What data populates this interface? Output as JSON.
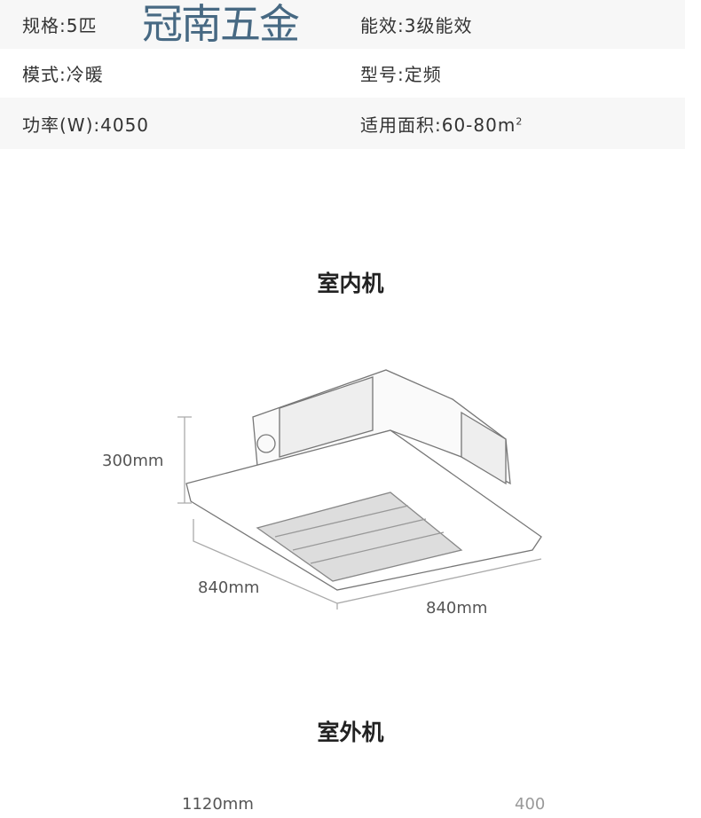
{
  "watermark": "冠南五金",
  "specs": [
    {
      "left": "规格:5匹",
      "right": "能效:3级能效"
    },
    {
      "left": "模式:冷暖",
      "right": "型号:定频"
    },
    {
      "left": "功率(W):4050",
      "right": "适用面积:60-80m",
      "right_sup": "2"
    }
  ],
  "indoor": {
    "title": "室内机",
    "height": "300mm",
    "depth": "840mm",
    "width": "840mm"
  },
  "outdoor": {
    "title": "室外机",
    "width": "1120mm",
    "other": "400"
  }
}
